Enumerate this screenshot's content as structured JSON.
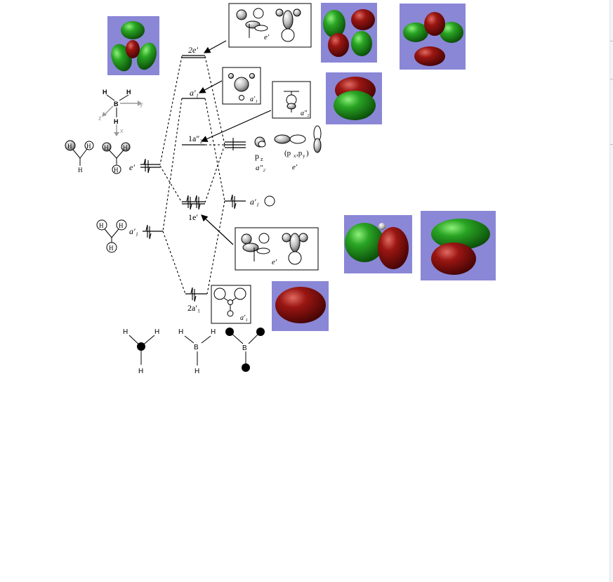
{
  "labels": {
    "level_2e": "2e′",
    "level_a1_upper": "a′₁",
    "level_1a2": "1a″₂",
    "level_1e": "1e′",
    "level_2a1": "2a′₁",
    "h3_e": "e′",
    "h3_a1": "a′₁",
    "b_a1": "a′₁",
    "b_pz": "p",
    "b_pz_sub": "z",
    "b_a2": "a″₂",
    "b_pxpy": "(p",
    "b_pxpy_x": "x",
    "b_pxpy_comma": ",p",
    "b_pxpy_y": "y",
    "b_pxpy_close": ")",
    "b_e": "e′",
    "box_2e": "e′",
    "box_a1_top": "a′₁",
    "box_a2": "a″₂",
    "box_1e": "e′",
    "box_2a1": "a′₁",
    "atom_H": "H",
    "atom_B": "B",
    "axis_x": "x",
    "axis_y": "y",
    "axis_z": "z"
  },
  "colors": {
    "orbital_bg": "#8a87d6",
    "lobe_green": "#1f8a1c",
    "lobe_red": "#8a0f10",
    "line": "#000000",
    "axis_gray": "#9a9a9a"
  }
}
